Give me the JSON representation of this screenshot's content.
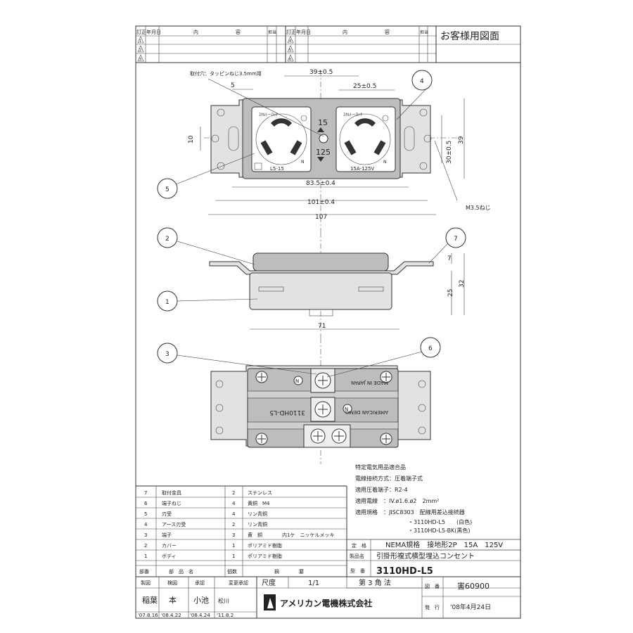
{
  "title_box": "お客様用図面",
  "revision_table": {
    "headers": [
      "訂正",
      "年月日",
      "内",
      "容",
      "担当"
    ],
    "marks_left": [
      "1",
      "2",
      "3"
    ],
    "marks_right": [
      "4",
      "5",
      "6"
    ]
  },
  "top_view": {
    "note_hole": "取付穴：タッピンねじ3.5mm用",
    "dim_39": "39±0.5",
    "dim_25": "25±0.5",
    "dim_5": "5",
    "dim_10": "10",
    "dim_30": "30±0.5",
    "dim_39v": "39",
    "dim_83": "83.5±0.4",
    "dim_101": "101±0.4",
    "dim_107": "107",
    "screw_note": "M3.5ねじ",
    "rating_top": "15",
    "rating_bottom": "125",
    "left_outlet_label": "L5-15",
    "right_outlet_label": "15A-125V",
    "lock_text": "ｽｷﾙﾄ－ﾛｯｸ",
    "terminal_n": "N",
    "balloons": [
      "4",
      "5"
    ]
  },
  "side_view": {
    "dim_7": "7",
    "dim_25": "25",
    "dim_32": "32",
    "dim_71": "71",
    "balloons": [
      "2",
      "7",
      "1"
    ]
  },
  "bottom_view": {
    "made_in": "MADE IN JAPAN",
    "model": "3110HD-L5",
    "brand": "AMERICAN DENKI",
    "terminal_n": "N",
    "balloons": [
      "3",
      "6"
    ]
  },
  "specs": [
    "特定電気用品適合品",
    "電線接続方式：圧着端子式",
    "適用圧着端子：R2-4",
    "適用電線　：IV.ø1.6.ø2　2mm²",
    "適用規格　：JISC8303　配線用差込接続器",
    "・3110HD-L5　　(白色)",
    "・3110HD-L5-BK(黒色)"
  ],
  "parts": [
    {
      "no": "7",
      "name": "取付金具",
      "qty": "2",
      "material": "ステンレス"
    },
    {
      "no": "6",
      "name": "端子ねじ",
      "qty": "4",
      "material": "黄銅　M4"
    },
    {
      "no": "5",
      "name": "刃受",
      "qty": "4",
      "material": "リン青銅"
    },
    {
      "no": "4",
      "name": "アース刃受",
      "qty": "2",
      "material": "リン青銅"
    },
    {
      "no": "3",
      "name": "端子",
      "qty": "3",
      "material": "黄　銅　　　　内1ケ　ニッケルメッキ"
    },
    {
      "no": "2",
      "name": "カバー",
      "qty": "1",
      "material": "ポリアミド樹脂"
    },
    {
      "no": "1",
      "name": "ボディ",
      "qty": "1",
      "material": "ポリアミド樹脂"
    }
  ],
  "parts_header": {
    "no": "部番",
    "name": "部　品　名",
    "qty": "個数",
    "material": "摘　　　　要"
  },
  "title_block": {
    "rating_label": "定　格",
    "rating": "NEMA規格　接地形2P　15A　125V",
    "product_label": "製品名",
    "product": "引掛形複式横型埋込コンセント",
    "model_label": "型　番",
    "model": "3110HD-L5",
    "approval_headers": [
      "製図",
      "検図",
      "承認",
      "変更承認"
    ],
    "approvers": [
      "稲葉",
      "本",
      "小池",
      "松川"
    ],
    "dates": [
      "'07.8.16",
      "'08.4.22",
      "'08.4.24",
      "'11.8.2"
    ],
    "scale_label": "尺度",
    "scale": "1/1",
    "projection": "第 3 角 法",
    "drawing_no_label": "図　番",
    "drawing_no": "害60900",
    "issue_label": "発　行",
    "issue_date": "'08年4月24日",
    "company": "アメリカン電機株式会社"
  }
}
